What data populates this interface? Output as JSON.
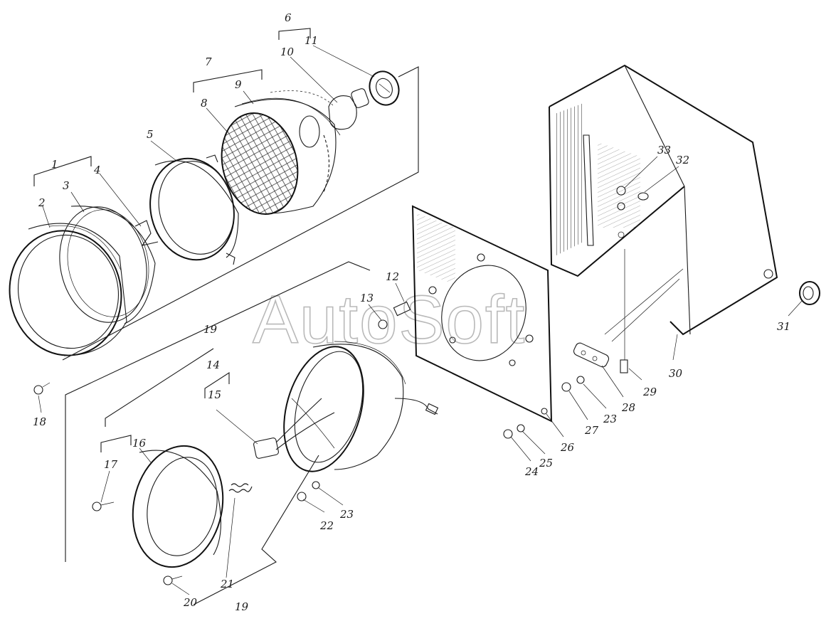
{
  "watermark": "AutoSoft",
  "callouts": [
    {
      "id": "c1",
      "label": "1"
    },
    {
      "id": "c2",
      "label": "2"
    },
    {
      "id": "c3",
      "label": "3"
    },
    {
      "id": "c4",
      "label": "4"
    },
    {
      "id": "c5",
      "label": "5"
    },
    {
      "id": "c6",
      "label": "6"
    },
    {
      "id": "c7",
      "label": "7"
    },
    {
      "id": "c8",
      "label": "8"
    },
    {
      "id": "c9",
      "label": "9"
    },
    {
      "id": "c10",
      "label": "10"
    },
    {
      "id": "c11",
      "label": "11"
    },
    {
      "id": "c12",
      "label": "12"
    },
    {
      "id": "c13",
      "label": "13"
    },
    {
      "id": "c14",
      "label": "14"
    },
    {
      "id": "c15",
      "label": "15"
    },
    {
      "id": "c16",
      "label": "16"
    },
    {
      "id": "c17",
      "label": "17"
    },
    {
      "id": "c18",
      "label": "18"
    },
    {
      "id": "c19a",
      "label": "19"
    },
    {
      "id": "c19b",
      "label": "19"
    },
    {
      "id": "c20",
      "label": "20"
    },
    {
      "id": "c21",
      "label": "21"
    },
    {
      "id": "c22",
      "label": "22"
    },
    {
      "id": "c23a",
      "label": "23"
    },
    {
      "id": "c23b",
      "label": "23"
    },
    {
      "id": "c24",
      "label": "24"
    },
    {
      "id": "c25",
      "label": "25"
    },
    {
      "id": "c26",
      "label": "26"
    },
    {
      "id": "c27",
      "label": "27"
    },
    {
      "id": "c28",
      "label": "28"
    },
    {
      "id": "c29",
      "label": "29"
    },
    {
      "id": "c30",
      "label": "30"
    },
    {
      "id": "c31",
      "label": "31"
    },
    {
      "id": "c32",
      "label": "32"
    },
    {
      "id": "c33",
      "label": "33"
    }
  ]
}
